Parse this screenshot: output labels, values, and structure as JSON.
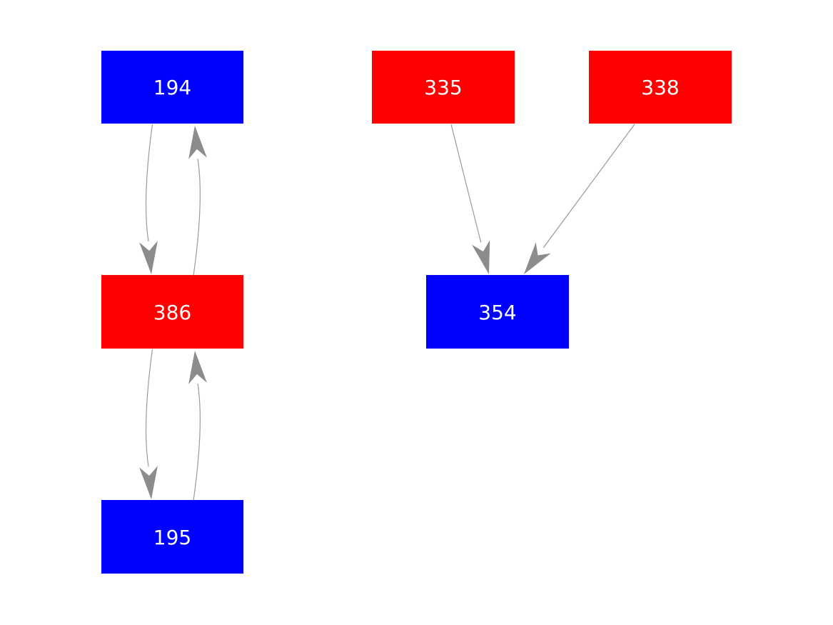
{
  "graph": {
    "type": "directed-graph",
    "background": "#ffffff",
    "edge_color": "#9a9a9a",
    "arrowhead_color": "#8c8c8c",
    "node_fill_blue": "#0000ff",
    "node_fill_red": "#ff0000",
    "node_text_color": "#ffffff",
    "nodes": [
      {
        "id": "194",
        "label": "194",
        "color": "#0000ff",
        "text_color": "#ffffff"
      },
      {
        "id": "386",
        "label": "386",
        "color": "#ff0000",
        "text_color": "#ffffff"
      },
      {
        "id": "195",
        "label": "195",
        "color": "#0000ff",
        "text_color": "#ffffff"
      },
      {
        "id": "335",
        "label": "335",
        "color": "#ff0000",
        "text_color": "#ffffff"
      },
      {
        "id": "338",
        "label": "338",
        "color": "#ff0000",
        "text_color": "#ffffff"
      },
      {
        "id": "354",
        "label": "354",
        "color": "#0000ff",
        "text_color": "#ffffff"
      }
    ],
    "edges": [
      {
        "from": "194",
        "to": "386"
      },
      {
        "from": "386",
        "to": "194"
      },
      {
        "from": "386",
        "to": "195"
      },
      {
        "from": "195",
        "to": "386"
      },
      {
        "from": "335",
        "to": "354"
      },
      {
        "from": "338",
        "to": "354"
      }
    ]
  }
}
